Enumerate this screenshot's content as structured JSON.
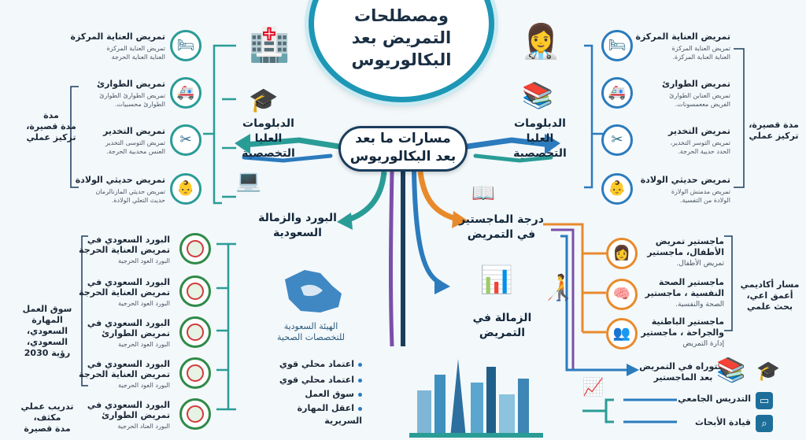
{
  "title": [
    "ومصطلحات",
    "التمريض بعد",
    "البكالوريوس"
  ],
  "center": [
    "مسارات ما بعد",
    "بعد البكالوريوس"
  ],
  "branches": {
    "diploma_left": [
      "الدبلومات",
      "العليا",
      "التخصصية"
    ],
    "diploma_right": [
      "الدبلومات",
      "العليا",
      "التخصصية"
    ],
    "board": [
      "البورد والزمالة",
      "السعودية"
    ],
    "masters": [
      "درجة الماجستير",
      "في التمريض"
    ],
    "fellowship": [
      "الزمالة في",
      "التمريض"
    ]
  },
  "left_items": [
    {
      "title": "تمريض العناية المركزة",
      "subs": [
        "تمريض العناية المركزة",
        "العناية العناية الحرجة"
      ],
      "icon": "icu-bed-icon",
      "glyph": "🛏"
    },
    {
      "title": "تمريض الطوارئ",
      "subs": [
        "تمريض الطوارئ الطوارئ",
        "الطوارئ محسبيات."
      ],
      "icon": "ambulance-icon",
      "glyph": "🚑"
    },
    {
      "title": "تمريض التخدير",
      "subs": [
        "تمريض التوسى التخدير",
        "العنس محدبية الحرجة."
      ],
      "icon": "surgical-tools-icon",
      "glyph": "✂"
    },
    {
      "title": "تمريض حديثي الولادة",
      "subs": [
        "تمريض حديثي المازنالرمان",
        "حديث التعلي الولادة."
      ],
      "icon": "incubator-icon",
      "glyph": "👶"
    }
  ],
  "right_items": [
    {
      "title": "تمريض العناية المركزة",
      "subs": [
        "تمريض العناية المركزة",
        "العناية العناية المركزة."
      ],
      "icon": "icu-bed-icon",
      "glyph": "🛏"
    },
    {
      "title": "تمريض الطوارئ",
      "subs": [
        "تمريض العنابن الطوارئ",
        "الفريض مععمسونات."
      ],
      "icon": "ambulance-icon",
      "glyph": "🚑"
    },
    {
      "title": "تمريض التخدير",
      "subs": [
        "تمريض التوسر التخدير،",
        "الحدد حديية الحرجة."
      ],
      "icon": "surgical-tools-icon",
      "glyph": "✂"
    },
    {
      "title": "تمريض حديثي الولادة",
      "subs": [
        "تمريض مدمنش الولازة",
        "الولادة من التفسية."
      ],
      "icon": "incubator-icon",
      "glyph": "👶"
    }
  ],
  "left_note": [
    "مدة",
    "مدة قصيرة،",
    "تركيز عملي"
  ],
  "right_note": [
    "مدة قصيرة،",
    "تركيز عملي"
  ],
  "board_items": [
    {
      "title": [
        "البورد السعودي في",
        "تمريض العناية الحرجة"
      ],
      "sub": "البورد العود الحرجية"
    },
    {
      "title": [
        "البورد السعودي في",
        "تمريض العناية الحرجة"
      ],
      "sub": "البورد العود الحرجية"
    },
    {
      "title": [
        "البورد السعودي في",
        "تمريض الطوارئ"
      ],
      "sub": "البورد العود الحرجية"
    },
    {
      "title": [
        "البورد السعودي في",
        "تمريض العناية الحرجة"
      ],
      "sub": "البورد العود الحرجية"
    },
    {
      "title": [
        "البورد السعودي في",
        "تمريض الطوارئ"
      ],
      "sub": "البورد العناد الحرجية"
    }
  ],
  "left_bottom_note": [
    "سوق العمل",
    "المهارة",
    "السعودي،",
    "السعودي،",
    "رؤية 2030"
  ],
  "left_training_note": [
    "تدريب عملي",
    "مكثف،",
    "مدة قصيرة"
  ],
  "authority": [
    "الهيئة السعودية",
    "للتخصصات الصحية"
  ],
  "bullets": [
    "اعتماد محلي قوي",
    "اعتماد محلي قوي",
    "سوق العمل",
    "اعقل المهارة",
    "السريرية"
  ],
  "masters_items": [
    {
      "title": [
        "ماجستير تمريض",
        "الأطفال، ماجستير"
      ],
      "sub": "تمريض الأطفال.",
      "icon": "mother-child-icon",
      "glyph": "👩"
    },
    {
      "title": [
        "ماجستير الصحة",
        "النفسية ، ماجستير"
      ],
      "sub": "الصحة والنفسية.",
      "icon": "mental-health-icon",
      "glyph": "🧠"
    },
    {
      "title": [
        "ماجستير الباطنية",
        "والجراحة ، ماجستير"
      ],
      "sub": "إدارة التمريض",
      "icon": "team-icon",
      "glyph": "👥"
    }
  ],
  "masters_note": [
    "مسار أكاديمي",
    "أعمق اعي،",
    "بحث علمي"
  ],
  "phd": [
    "دكتوراه في التمريض",
    "بعد الماجستير"
  ],
  "phd_items": [
    "التدريس الجامعي",
    "قيادة الأبحاث"
  ],
  "colors": {
    "teal": "#2a9c96",
    "blue": "#2b7bbd",
    "navy": "#1a3d5c",
    "orange": "#e88a2c",
    "purple": "#7a4fa8",
    "green": "#2f8a48"
  }
}
